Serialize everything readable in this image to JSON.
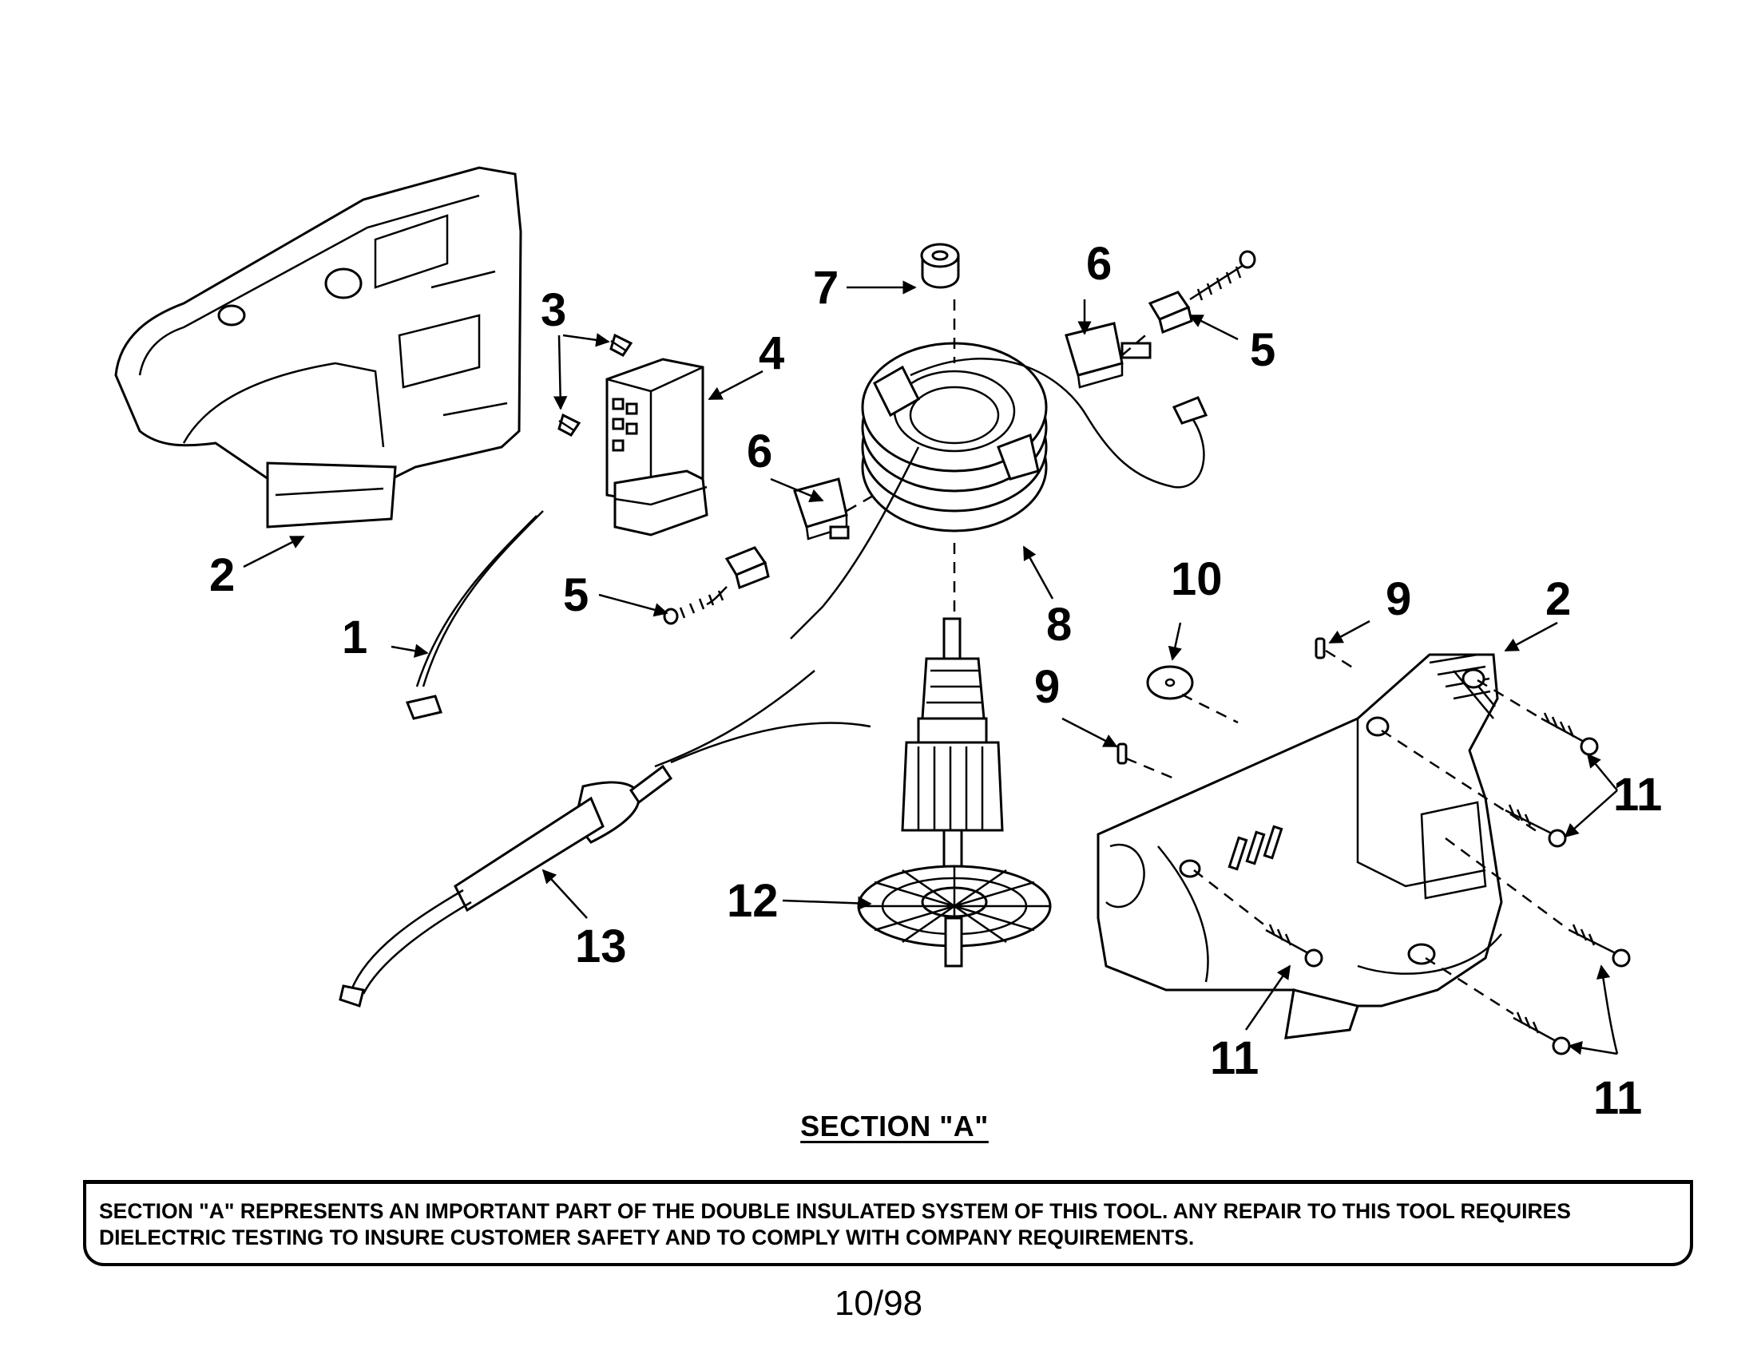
{
  "diagram": {
    "callouts": {
      "c1": "1",
      "c2_left": "2",
      "c2_right": "2",
      "c3": "3",
      "c4": "4",
      "c5_upper": "5",
      "c5_lower": "5",
      "c6_upper": "6",
      "c6_lower": "6",
      "c7": "7",
      "c8": "8",
      "c9_upper": "9",
      "c9_lower": "9",
      "c10": "10",
      "c11_a": "11",
      "c11_b": "11",
      "c11_c": "11",
      "c12": "12",
      "c13": "13"
    }
  },
  "section_title": "SECTION \"A\"",
  "notice": {
    "line1": "SECTION \"A\" REPRESENTS AN IMPORTANT PART OF THE DOUBLE INSULATED SYSTEM OF THIS TOOL. ANY REPAIR TO THIS TOOL REQUIRES",
    "line2": "DIELECTRIC TESTING TO INSURE CUSTOMER SAFETY AND TO COMPLY WITH COMPANY REQUIREMENTS."
  },
  "page_date": "10/98"
}
